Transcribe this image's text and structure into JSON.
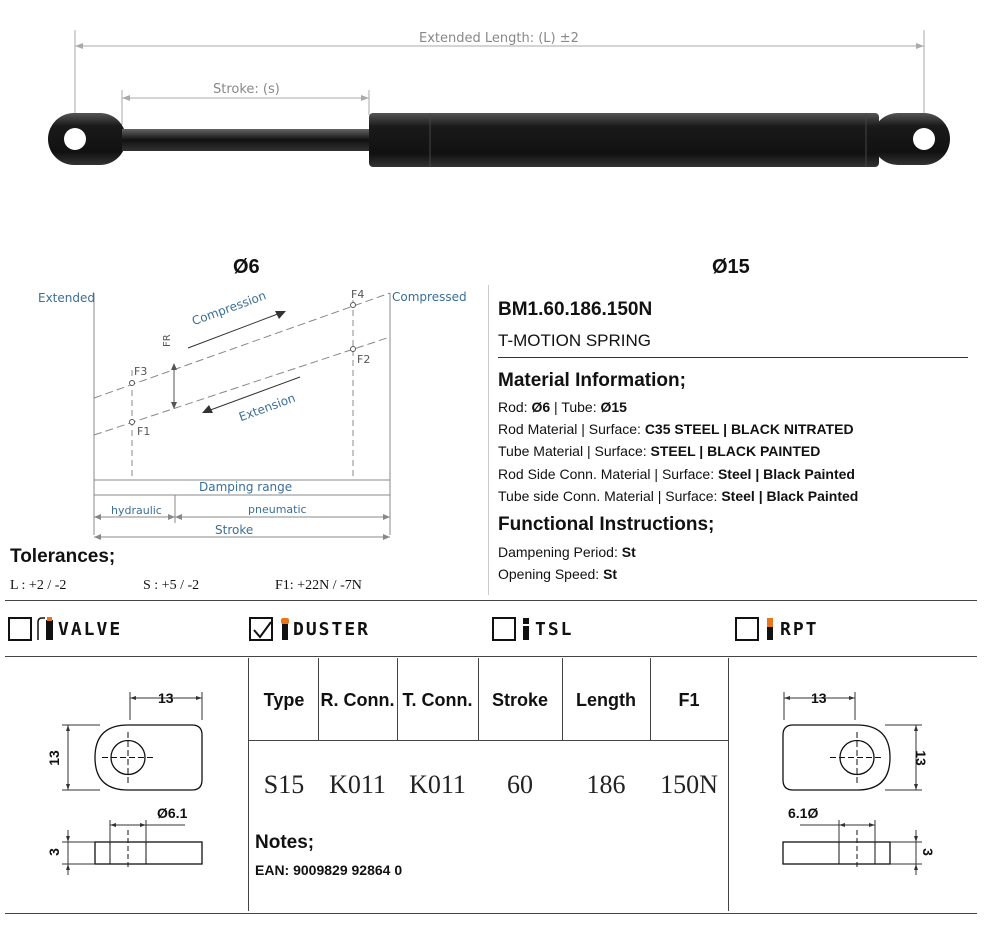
{
  "drawing": {
    "extended_length_label": "Extended Length: (L) ±2",
    "stroke_label": "Stroke: (s)",
    "rod_diameter": "Ø6",
    "tube_diameter": "Ø15"
  },
  "force_diagram": {
    "extended": "Extended",
    "compressed": "Compressed",
    "compression": "Compression",
    "extension": "Extension",
    "f1": "F1",
    "f2": "F2",
    "f3": "F3",
    "f4": "F4",
    "fr": "FR",
    "damping_range": "Damping range",
    "hydraulic": "hydraulic",
    "pneumatic": "pneumatic",
    "stroke": "Stroke"
  },
  "tolerances": {
    "title": "Tolerances;",
    "l": "L : +2 / -2",
    "s": "S : +5 / -2",
    "f1": "F1: +22N / -7N"
  },
  "spec": {
    "part_number": "BM1.60.186.150N",
    "product": "T-MOTION SPRING",
    "material_title": "Material Information;",
    "rod_label": "Rod: ",
    "rod_value": "Ø6",
    "tube_sep": " | Tube: ",
    "tube_value": "Ø15",
    "rod_material_label": "Rod Material | Surface: ",
    "rod_material_value": "C35 STEEL | BLACK NITRATED",
    "tube_material_label": "Tube Material | Surface: ",
    "tube_material_value": "STEEL | BLACK PAINTED",
    "rod_conn_label": "Rod Side Conn. Material | Surface: ",
    "rod_conn_value": "Steel | Black Painted",
    "tube_conn_label": "Tube side Conn. Material | Surface: ",
    "tube_conn_value": "Steel | Black Painted",
    "functional_title": "Functional Instructions;",
    "dampening_label": "Dampening Period: ",
    "dampening_value": "St",
    "opening_label": "Opening Speed: ",
    "opening_value": "St"
  },
  "options": [
    {
      "label": "VALVE",
      "checked": false
    },
    {
      "label": "DUSTER",
      "checked": true
    },
    {
      "label": "TSL",
      "checked": false
    },
    {
      "label": "RPT",
      "checked": false
    }
  ],
  "table": {
    "headers": [
      "Type",
      "R. Conn.",
      "T. Conn.",
      "Stroke",
      "Length",
      "F1"
    ],
    "values": [
      "S15",
      "K011",
      "K011",
      "60",
      "186",
      "150N"
    ]
  },
  "notes": {
    "title": "Notes;",
    "ean": "EAN: 9009829 92864 0"
  },
  "left_conn": {
    "width": "13",
    "height": "13",
    "hole": "Ø6.1",
    "thickness": "3"
  },
  "right_conn": {
    "width": "13",
    "height": "13",
    "hole": "6.1Ø",
    "thickness": "3"
  }
}
